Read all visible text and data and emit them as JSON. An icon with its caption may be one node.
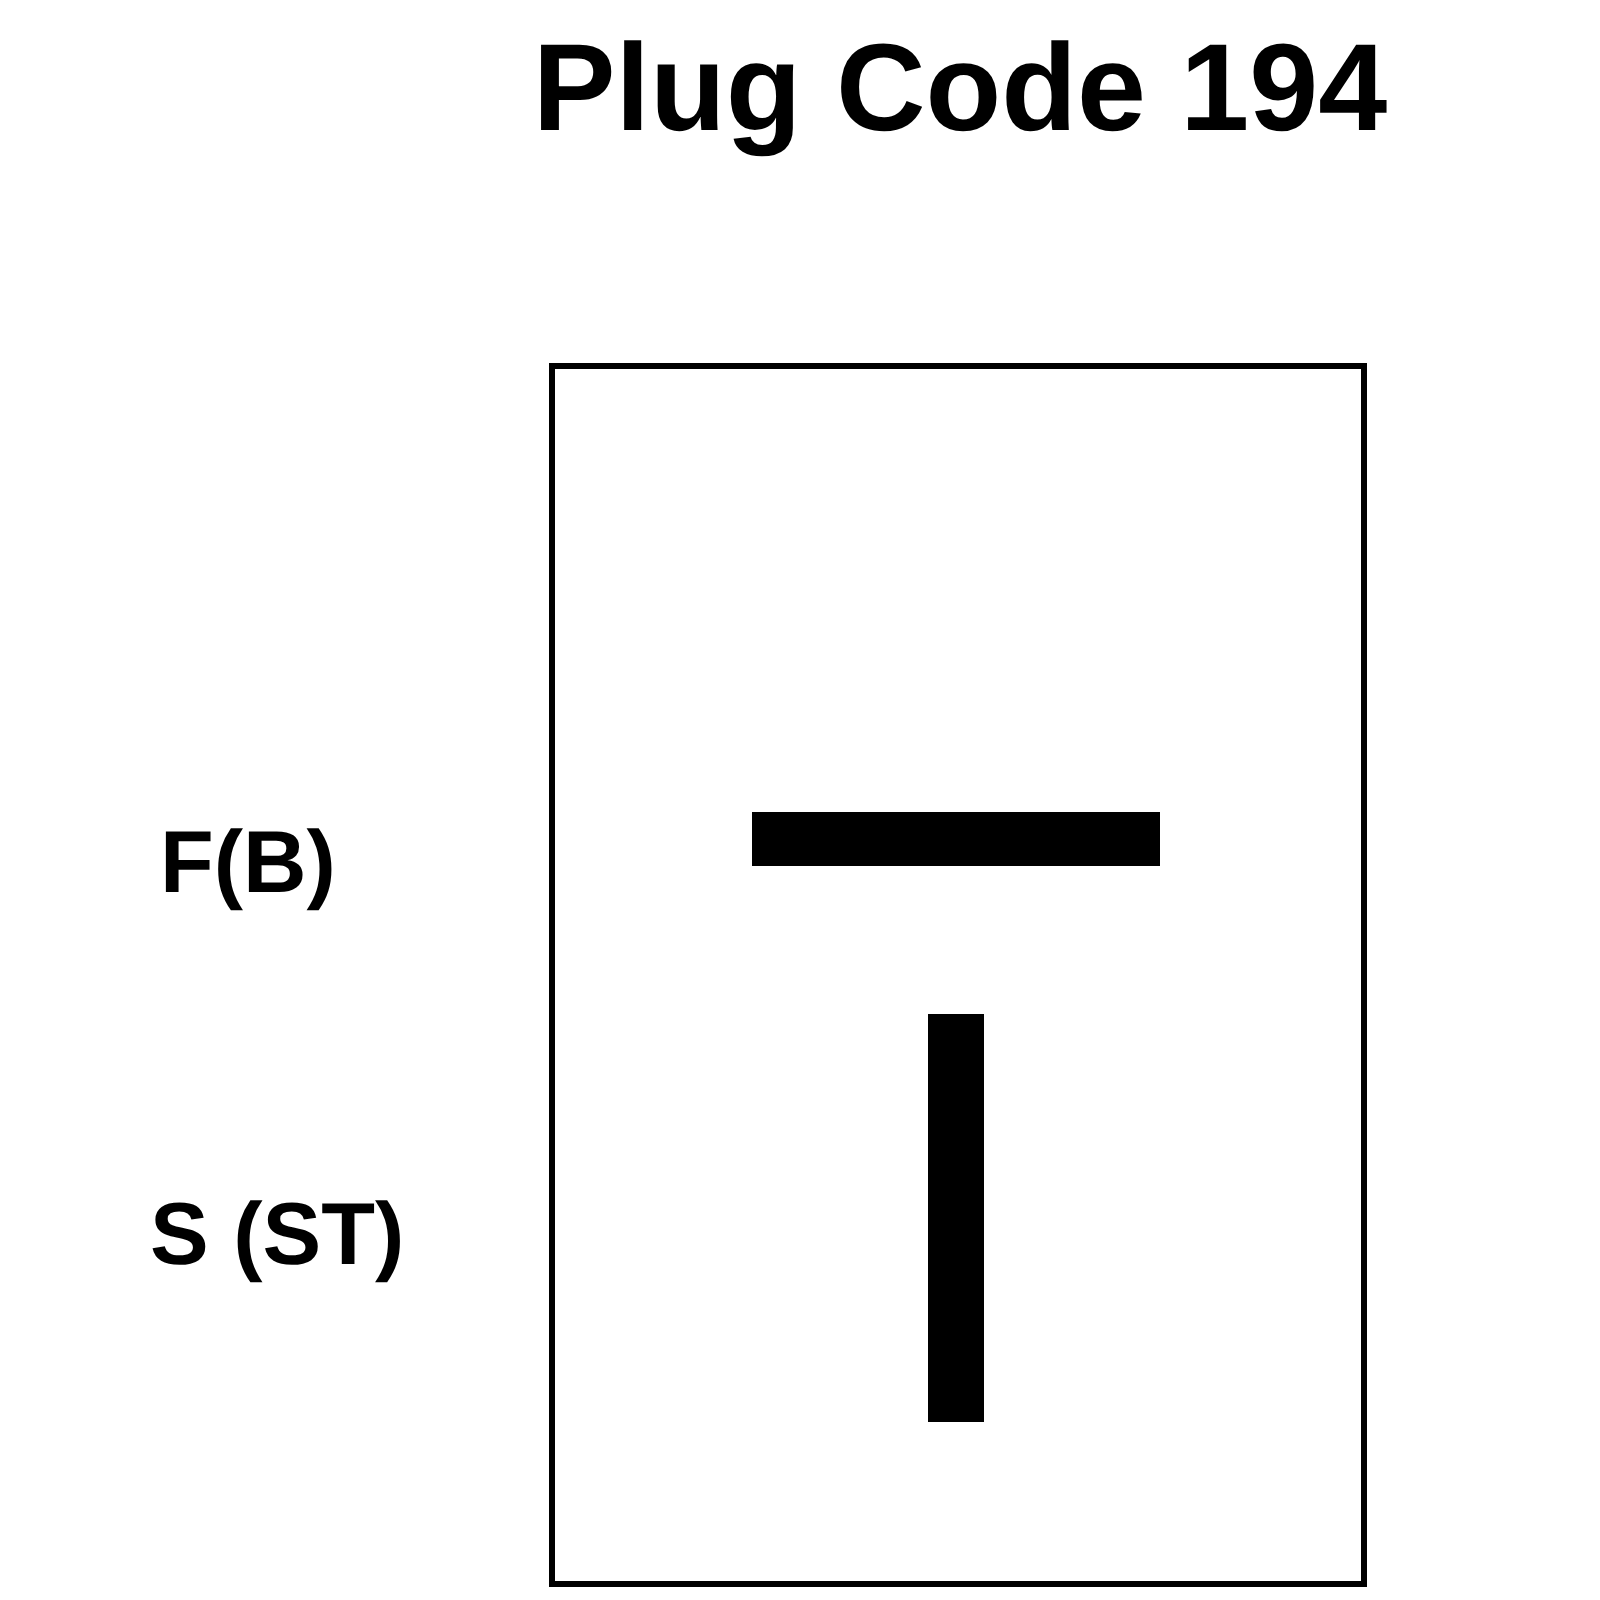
{
  "diagram": {
    "title": "Plug Code 194",
    "labels": [
      "F(B)",
      "S (ST)"
    ]
  }
}
